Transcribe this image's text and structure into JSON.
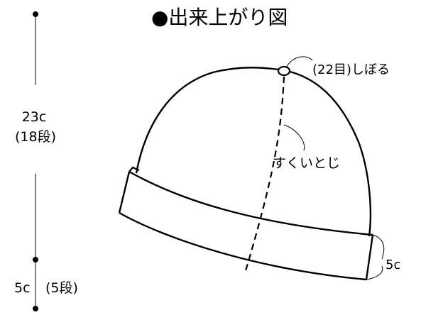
{
  "title": "●出来上がり図",
  "measure_top": {
    "value": "23c",
    "rows": "(18段)"
  },
  "measure_bottom": {
    "value": "5c",
    "rows": "(5段)"
  },
  "labels": {
    "top_gather": "(22目)しぼる",
    "seam": "すくいとじ",
    "brim_height": "5c"
  }
}
